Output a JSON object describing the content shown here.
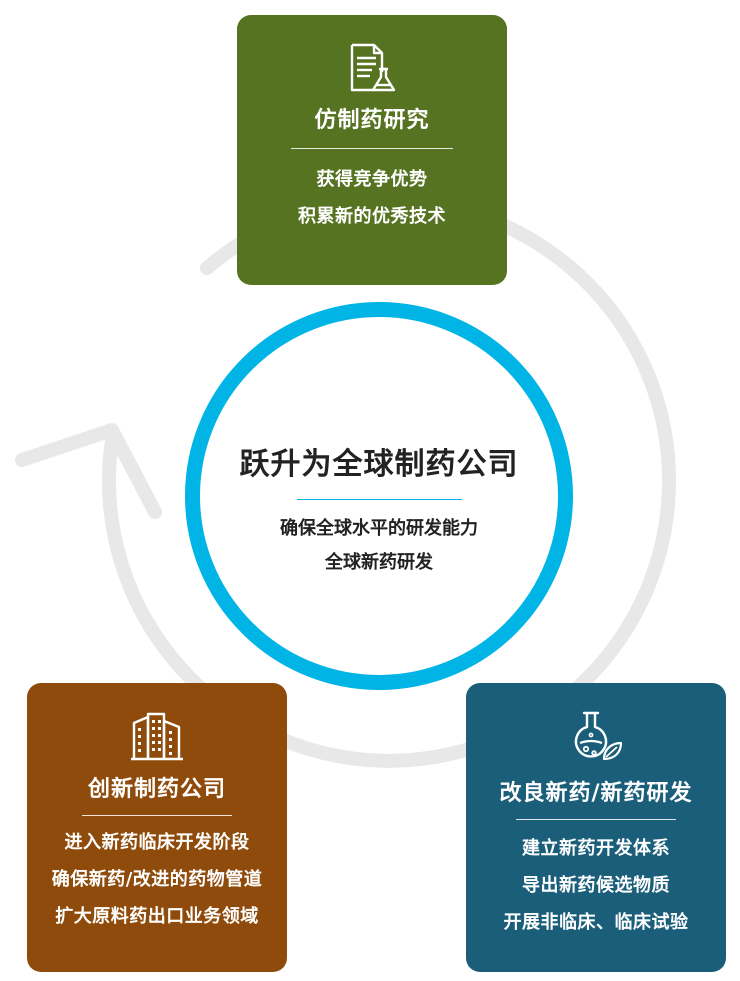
{
  "colors": {
    "hub_ring": "#00b4e6",
    "cycle_arrow": "#e8e8e8",
    "card_top": "#557321",
    "card_left": "#8f4b0b",
    "card_right": "#1b5e7a"
  },
  "hub": {
    "title": "跃升为全球制药公司",
    "lines": [
      "确保全球水平的研发能力",
      "全球新药研发"
    ]
  },
  "cards": {
    "top": {
      "icon": "document-flask-icon",
      "title": "仿制药研究",
      "lines": [
        "获得竞争优势",
        "积累新的优秀技术"
      ]
    },
    "left": {
      "icon": "buildings-icon",
      "title": "创新制药公司",
      "lines": [
        "进入新药临床开发阶段",
        "确保新药/改进的药物管道",
        "扩大原料药出口业务领域"
      ]
    },
    "right": {
      "icon": "flask-leaf-icon",
      "title": "改良新药/新药研发",
      "lines": [
        "建立新药开发体系",
        "导出新药候选物质",
        "开展非临床、临床试验"
      ]
    }
  }
}
